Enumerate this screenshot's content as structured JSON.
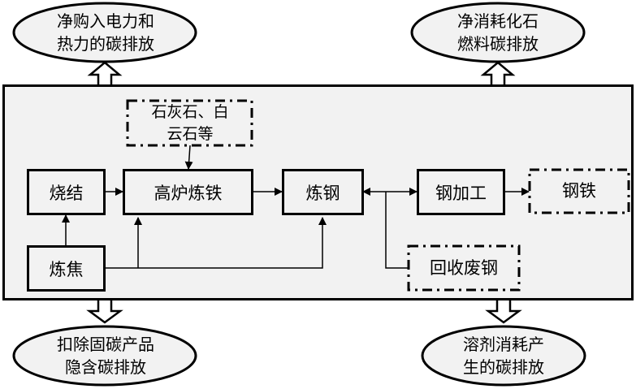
{
  "diagram": {
    "emissions": {
      "top_left": {
        "line1": "净购入电力和",
        "line2": "热力的碳排放"
      },
      "top_right": {
        "line1": "净消耗化石",
        "line2": "燃料碳排放"
      },
      "bottom_left": {
        "line1": "扣除固碳产品",
        "line2": "隐含碳排放"
      },
      "bottom_right": {
        "line1": "溶剂消耗产",
        "line2": "生的碳排放"
      }
    },
    "process": {
      "sintering": "烧结",
      "coking": "炼焦",
      "blast_furnace": "高炉炼铁",
      "steelmaking": "炼钢",
      "steel_processing": "钢加工"
    },
    "external": {
      "flux": {
        "line1": "石灰石、白",
        "line2": "云石等"
      },
      "product": "钢铁",
      "scrap": "回收废钢"
    },
    "colors": {
      "background": "#f2f2f2",
      "stroke": "#000000"
    }
  }
}
